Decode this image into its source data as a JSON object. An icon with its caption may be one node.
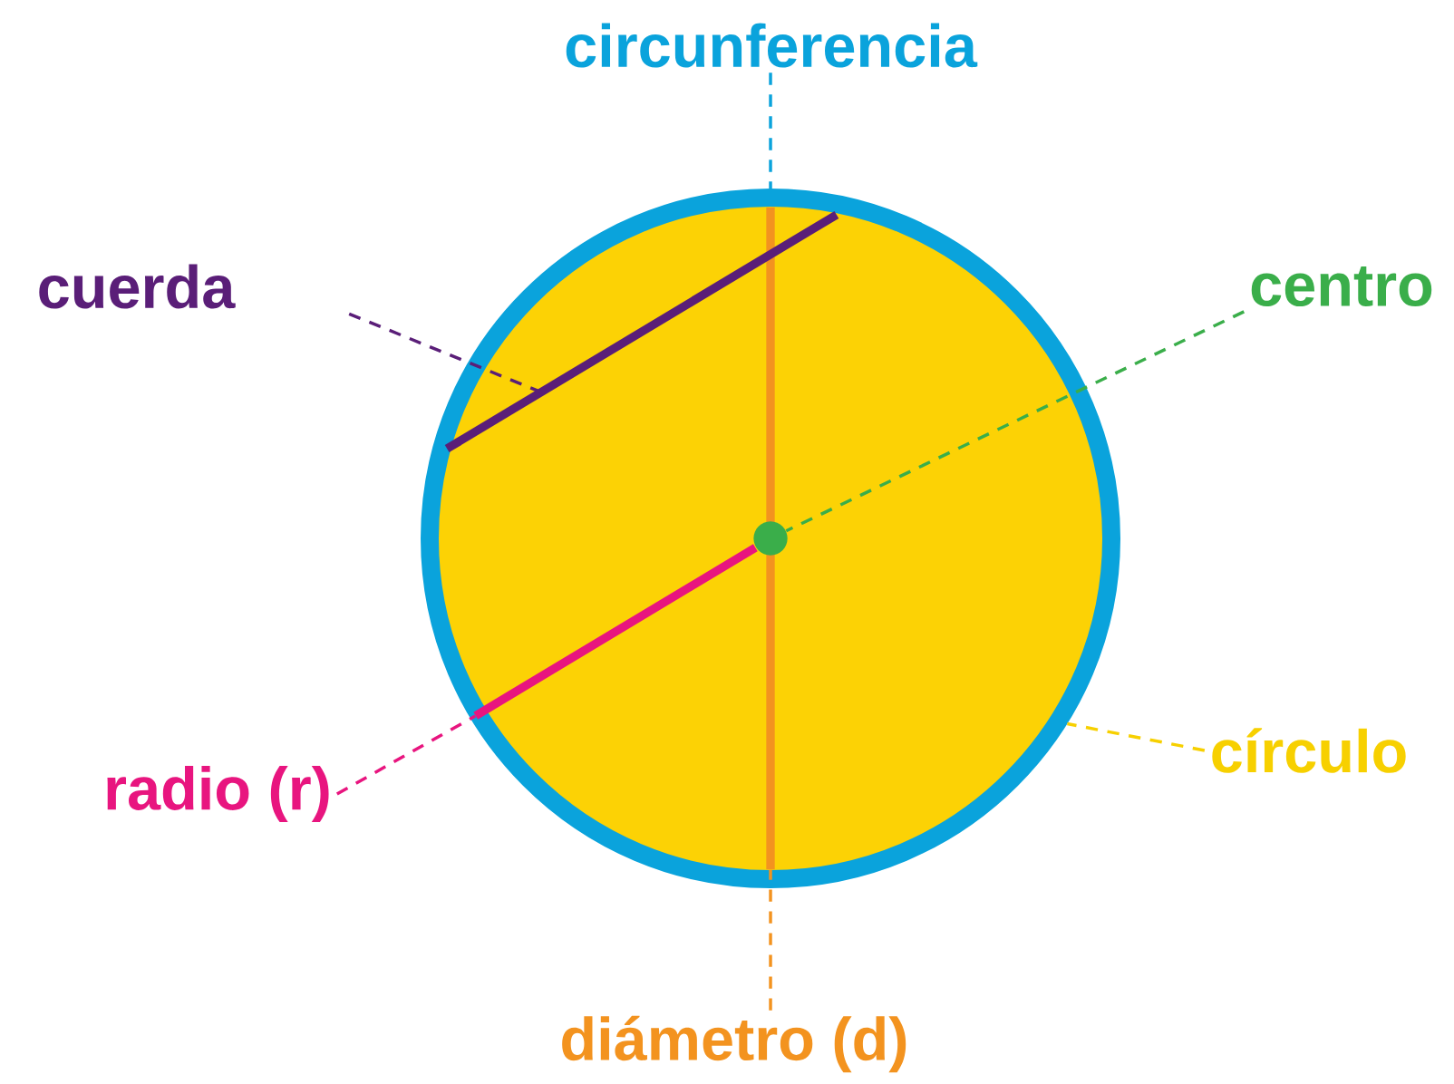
{
  "diagram": {
    "nodes": [
      {
        "text": [
          "circunferencia"
        ]
      },
      {
        "text": [
          "cuerda"
        ]
      },
      {
        "text": [
          "centro"
        ]
      },
      {
        "text": [
          "círculo"
        ]
      },
      {
        "text": [
          "radio (r)"
        ]
      },
      {
        "text": [
          "diámetro (d)"
        ]
      },
      {
        "text": [],
        "shape": "circle"
      },
      {
        "text": [],
        "shape": "bar",
        "in": 6
      },
      {
        "text": [],
        "shape": "circle",
        "in": 6
      },
      {
        "text": [],
        "shape": "bar",
        "in": 6
      },
      {
        "text": [],
        "shape": "bar",
        "in": 6
      }
    ],
    "edges": [
      {
        "from": 0,
        "to": 6,
        "arrow": "none",
        "style": "dashed",
        "color": "#0aa3dc"
      },
      {
        "from": 1,
        "to": 7,
        "arrow": "none",
        "style": "dashed",
        "color": "#5a1e78"
      },
      {
        "from": 2,
        "to": 8,
        "arrow": "none",
        "style": "dashed",
        "color": "#3aae4a"
      },
      {
        "from": 3,
        "to": 6,
        "arrow": "none",
        "style": "dashed",
        "color": "#f7d000"
      },
      {
        "from": 4,
        "to": 9,
        "arrow": "none",
        "style": "dashed",
        "color": "#e8157f"
      },
      {
        "from": 5,
        "to": 10,
        "arrow": "none",
        "style": "dashed",
        "color": "#f3931f"
      }
    ]
  }
}
